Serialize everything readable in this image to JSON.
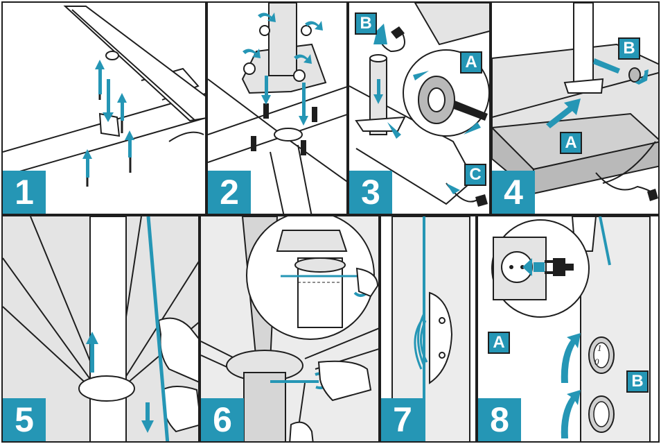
{
  "panels": [
    {
      "number": "1"
    },
    {
      "number": "2"
    },
    {
      "number": "3",
      "labels": {
        "a": "A",
        "b": "B",
        "c": "C"
      }
    },
    {
      "number": "4",
      "labels": {
        "a": "A",
        "b": "B"
      }
    },
    {
      "number": "5"
    },
    {
      "number": "6"
    },
    {
      "number": "7"
    },
    {
      "number": "8",
      "labels": {
        "a": "A",
        "b": "B"
      },
      "switch_marks": {
        "on": "1",
        "off": "0"
      }
    }
  ],
  "colors": {
    "accent": "#2596b5",
    "line": "#1e1e1e",
    "shade": "#e4e4e4",
    "dark_shade": "#b9b9b9"
  }
}
